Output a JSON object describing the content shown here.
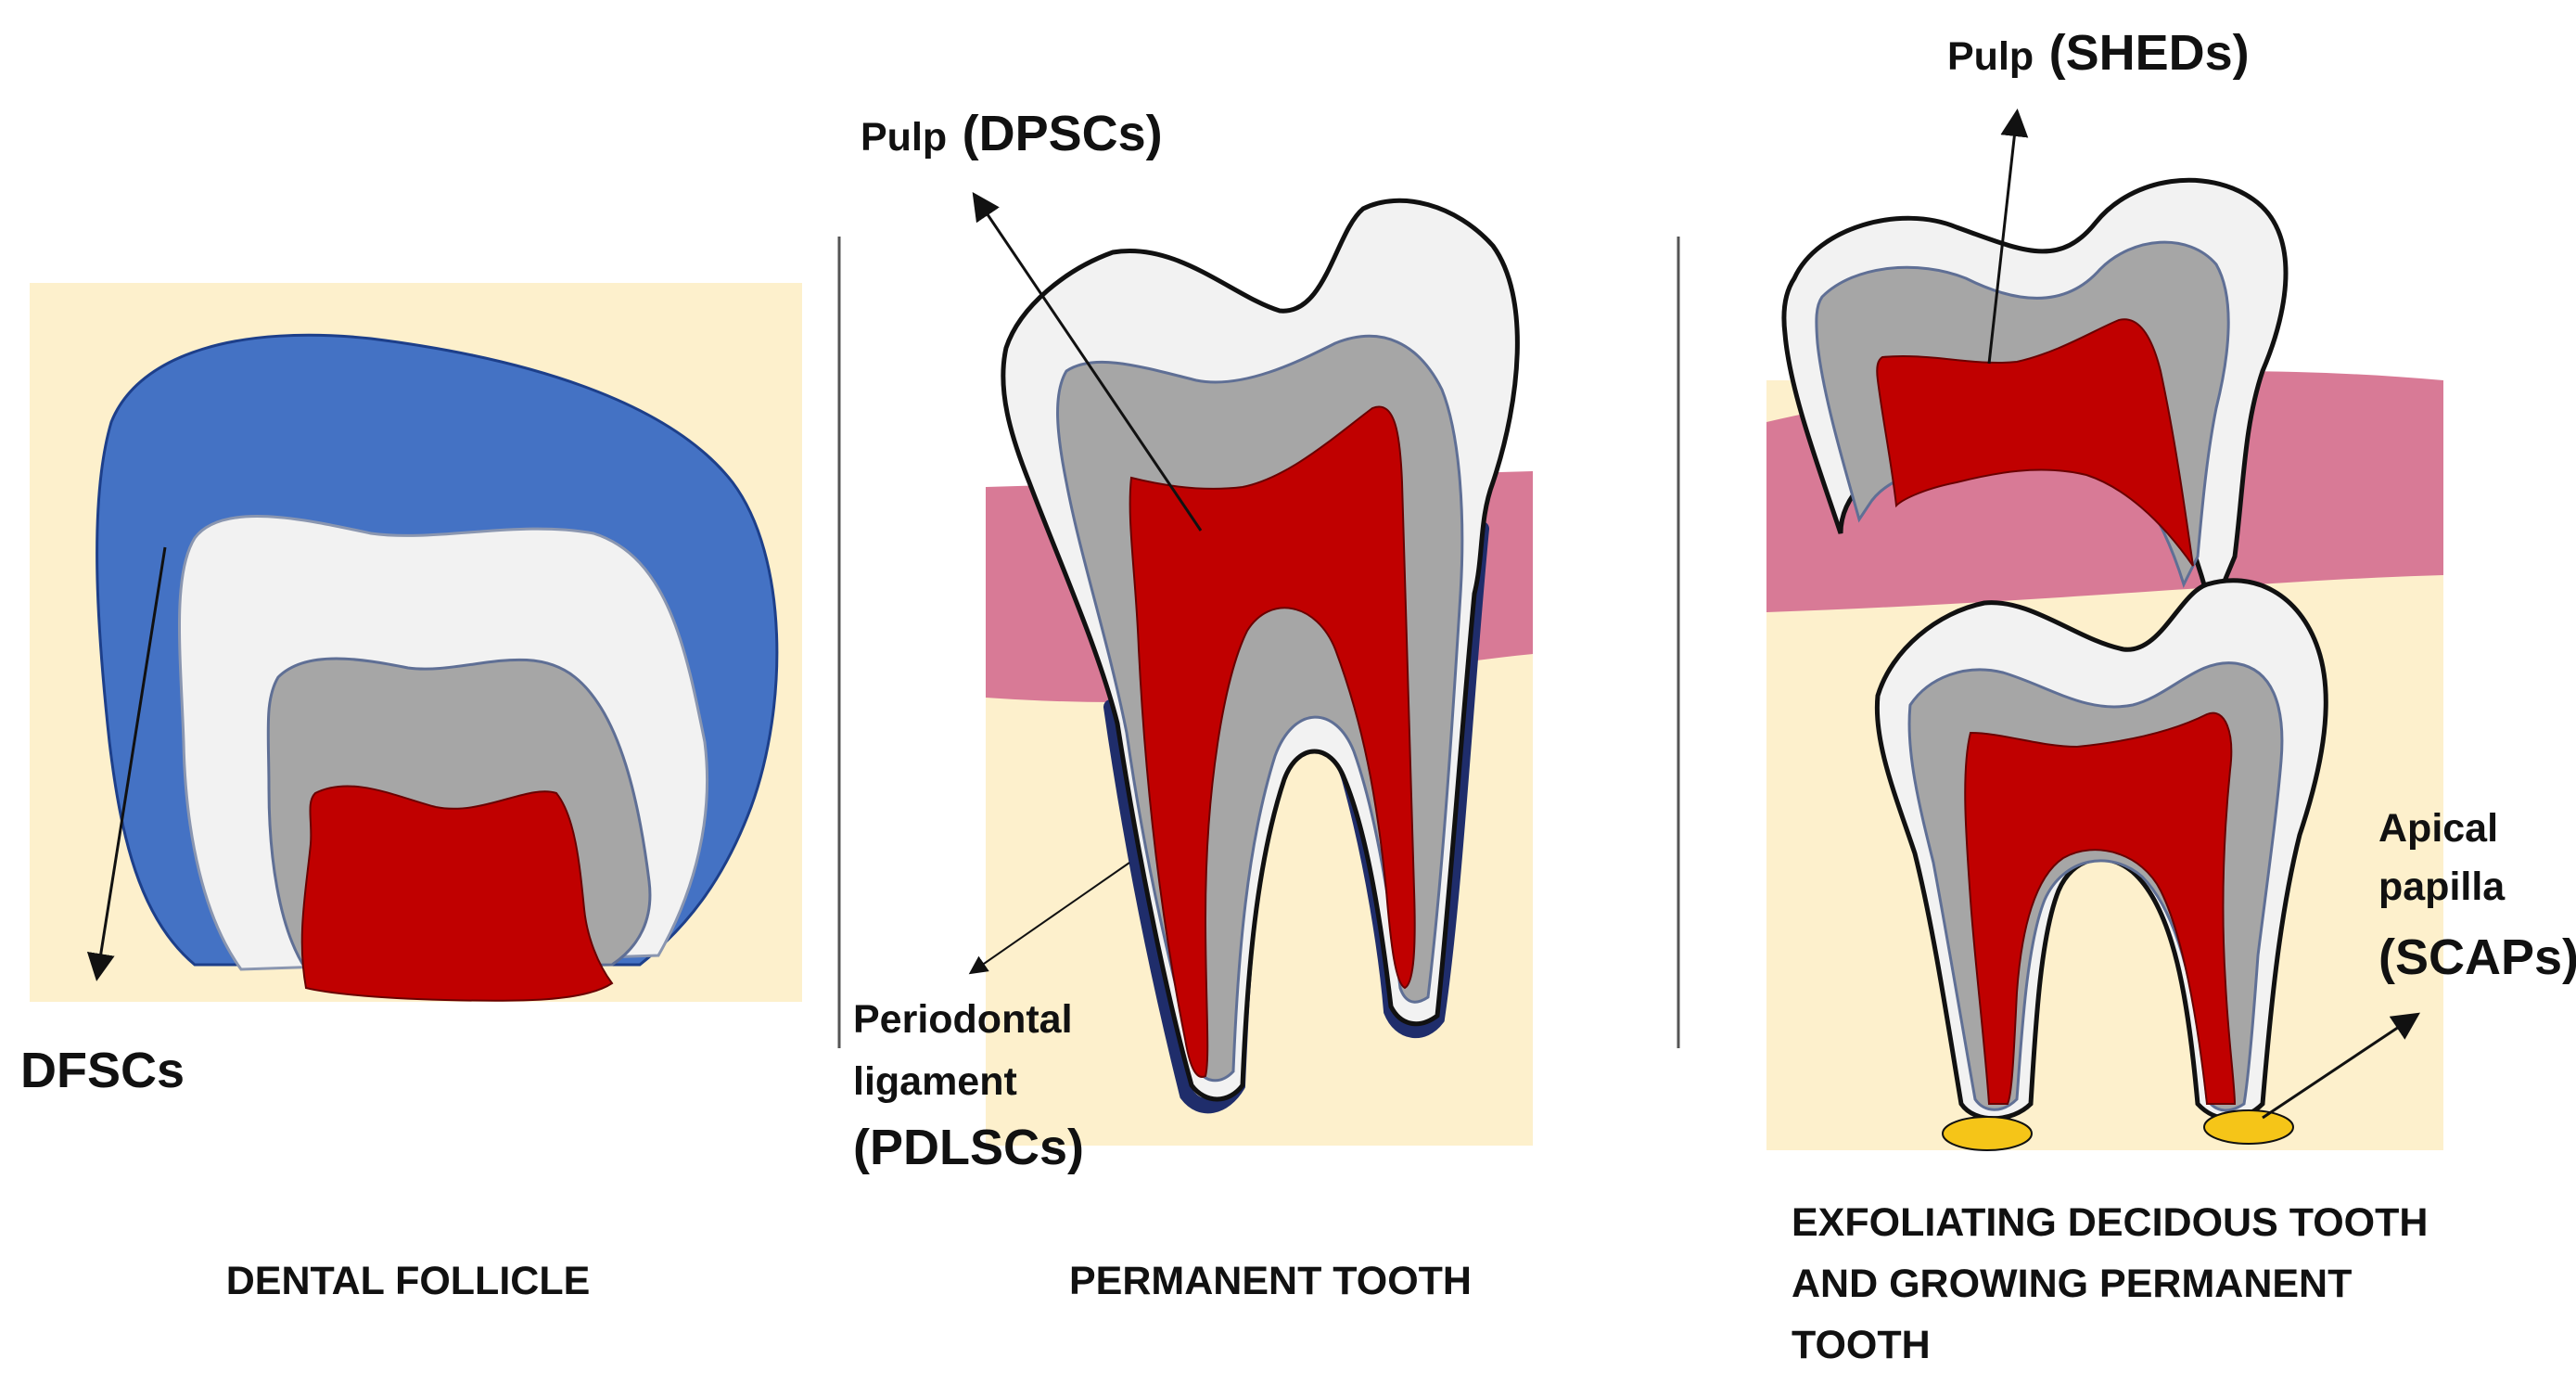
{
  "colors": {
    "background_tissue": "#fdf0cc",
    "follicle": "#4472c4",
    "enamel": "#f2f2f2",
    "dentin": "#a6a6a6",
    "pulp": "#c00000",
    "gingiva": "#d87a96",
    "ligament": "#1f2d6b",
    "apical_papilla": "#f5c518",
    "outline": "#111111"
  },
  "panels": [
    {
      "id": "dental-follicle",
      "caption": "DENTAL FOLLICLE",
      "labels": [
        {
          "text": "DFSCs"
        }
      ]
    },
    {
      "id": "permanent-tooth",
      "caption": "PERMANENT TOOTH",
      "labels": [
        {
          "prefix": "Pulp",
          "text": "(DPSCs)"
        },
        {
          "lines": [
            "Periodontal",
            "ligament"
          ],
          "text": "(PDLSCs)"
        }
      ]
    },
    {
      "id": "exfoliating-tooth",
      "caption_lines": [
        "EXFOLIATING DECIDOUS TOOTH",
        "AND GROWING PERMANENT",
        "TOOTH"
      ],
      "labels": [
        {
          "prefix": "Pulp",
          "text": "(SHEDs)"
        },
        {
          "lines": [
            "Apical",
            "papilla"
          ],
          "text": "(SCAPs)"
        }
      ]
    }
  ]
}
